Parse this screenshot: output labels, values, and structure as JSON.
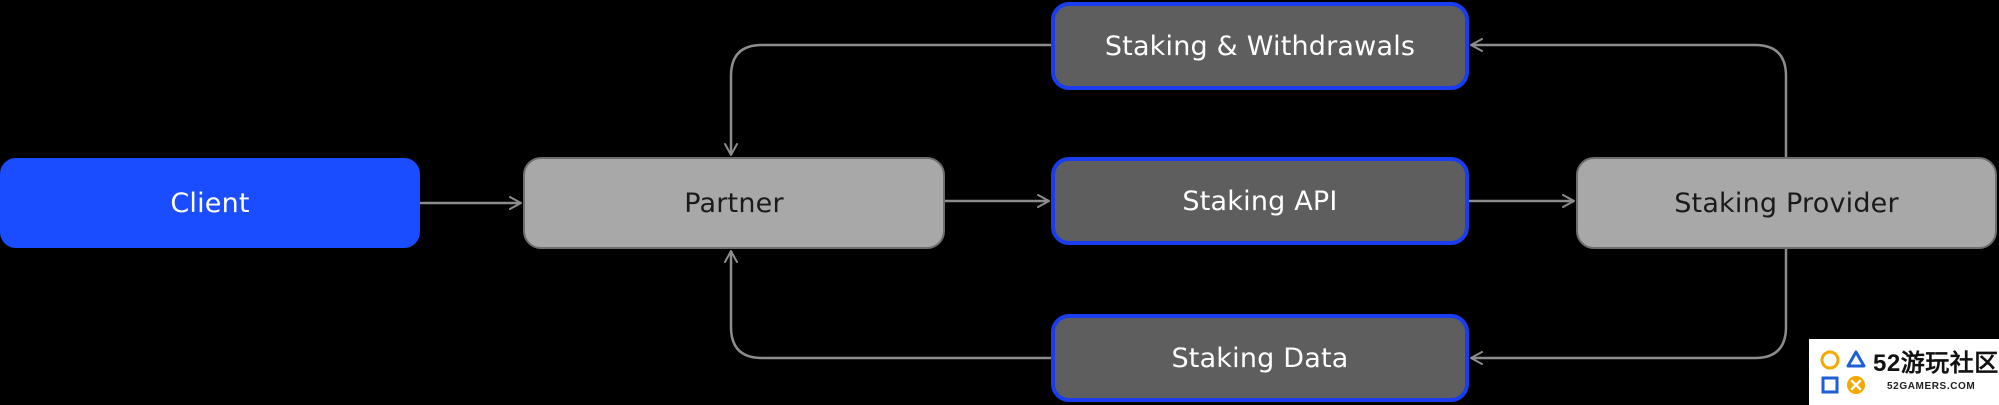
{
  "nodes": {
    "client": {
      "label": "Client",
      "fill": "#1a4dff",
      "text_color": "#ffffff"
    },
    "partner": {
      "label": "Partner",
      "fill": "#a8a8a8",
      "text_color": "#1a1a1a"
    },
    "withdrawals": {
      "label": "Staking & Withdrawals",
      "fill": "#5e5e5e",
      "text_color": "#ffffff"
    },
    "api": {
      "label": "Staking API",
      "fill": "#5e5e5e",
      "text_color": "#ffffff"
    },
    "data": {
      "label": "Staking Data",
      "fill": "#5e5e5e",
      "text_color": "#ffffff"
    },
    "provider": {
      "label": "Staking Provider",
      "fill": "#a8a8a8",
      "text_color": "#1a1a1a"
    }
  },
  "edges": [
    {
      "from": "client",
      "to": "partner"
    },
    {
      "from": "partner",
      "to": "api"
    },
    {
      "from": "api",
      "to": "provider"
    },
    {
      "from": "provider",
      "to": "withdrawals"
    },
    {
      "from": "withdrawals",
      "to": "partner"
    },
    {
      "from": "provider",
      "to": "data"
    },
    {
      "from": "data",
      "to": "partner"
    }
  ],
  "colors": {
    "background": "#000000",
    "connector": "#8c8c8c",
    "accent_blue": "#1a4dff",
    "border_blue": "#1a3df0"
  },
  "watermark": {
    "title": "52游玩社区",
    "domain": "52GAMERS.COM",
    "icons": [
      "circle-icon",
      "triangle-icon",
      "square-icon",
      "cross-icon"
    ]
  }
}
